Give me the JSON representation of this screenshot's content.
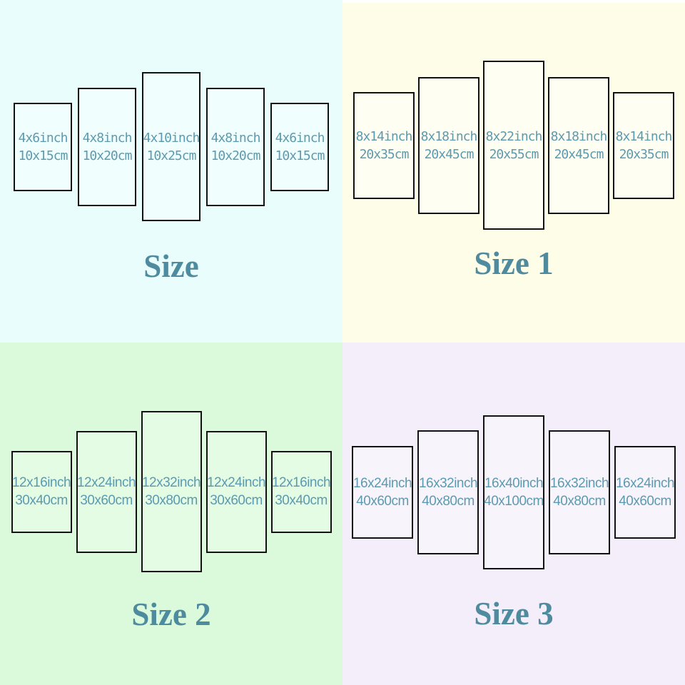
{
  "colors": {
    "quadrant_backgrounds": [
      "#e8fdfc",
      "#fefde8",
      "#dbfadb",
      "#f3eef9"
    ],
    "panel_border": "#121212",
    "label_text": "#5c9ab0",
    "title_text": "#4e8b9f"
  },
  "quadrants": [
    {
      "title": "Size",
      "panels": [
        {
          "inch": "4x6inch",
          "cm": "10x15cm"
        },
        {
          "inch": "4x8inch",
          "cm": "10x20cm"
        },
        {
          "inch": "4x10inch",
          "cm": "10x25cm"
        },
        {
          "inch": "4x8inch",
          "cm": "10x20cm"
        },
        {
          "inch": "4x6inch",
          "cm": "10x15cm"
        }
      ]
    },
    {
      "title": "Size 1",
      "panels": [
        {
          "inch": "8x14inch",
          "cm": "20x35cm"
        },
        {
          "inch": "8x18inch",
          "cm": "20x45cm"
        },
        {
          "inch": "8x22inch",
          "cm": "20x55cm"
        },
        {
          "inch": "8x18inch",
          "cm": "20x45cm"
        },
        {
          "inch": "8x14inch",
          "cm": "20x35cm"
        }
      ]
    },
    {
      "title": "Size 2",
      "panels": [
        {
          "inch": "12x16inch",
          "cm": "30x40cm"
        },
        {
          "inch": "12x24inch",
          "cm": "30x60cm"
        },
        {
          "inch": "12x32inch",
          "cm": "30x80cm"
        },
        {
          "inch": "12x24inch",
          "cm": "30x60cm"
        },
        {
          "inch": "12x16inch",
          "cm": "30x40cm"
        }
      ]
    },
    {
      "title": "Size 3",
      "panels": [
        {
          "inch": "16x24inch",
          "cm": "40x60cm"
        },
        {
          "inch": "16x32inch",
          "cm": "40x80cm"
        },
        {
          "inch": "16x40inch",
          "cm": "40x100cm"
        },
        {
          "inch": "16x32inch",
          "cm": "40x80cm"
        },
        {
          "inch": "16x24inch",
          "cm": "40x60cm"
        }
      ]
    }
  ]
}
